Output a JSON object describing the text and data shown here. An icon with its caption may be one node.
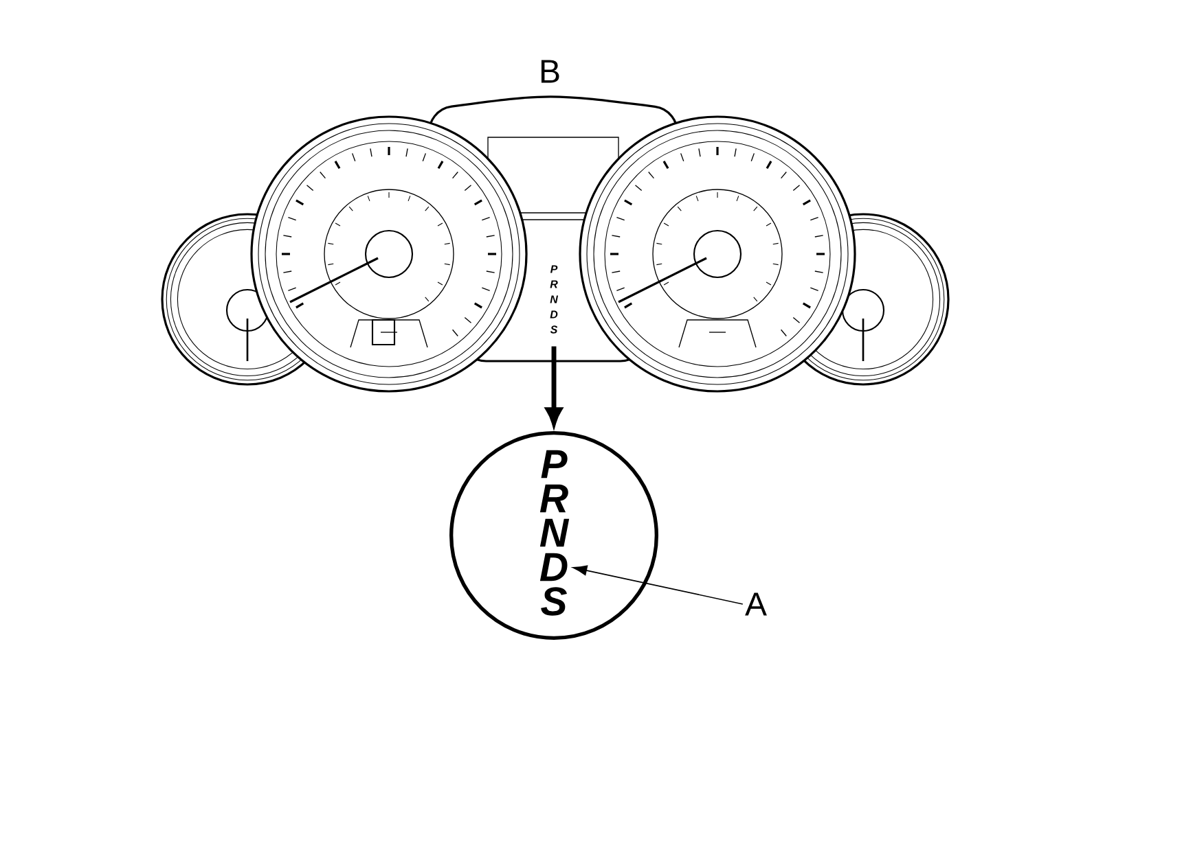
{
  "diagram": {
    "nodes": [
      {
        "text": [],
        "shape": "picture",
        "beside": [
          "B"
        ]
      },
      {
        "text": [],
        "shape": "circle"
      },
      {
        "text": [
          "P"
        ],
        "in": 1
      },
      {
        "text": [
          "R"
        ],
        "in": 1
      },
      {
        "text": [
          "N"
        ],
        "in": 1
      },
      {
        "text": [
          "D"
        ],
        "in": 1
      },
      {
        "text": [
          "S"
        ],
        "in": 1
      },
      {
        "text": [
          "A"
        ]
      }
    ],
    "edges": [
      {
        "from": 0,
        "to": 1,
        "arrow": "to",
        "style": "thick"
      },
      {
        "from": 7,
        "to": 5,
        "arrow": "to"
      }
    ],
    "labels": [
      "P",
      "R",
      "N",
      "D",
      "S"
    ]
  }
}
